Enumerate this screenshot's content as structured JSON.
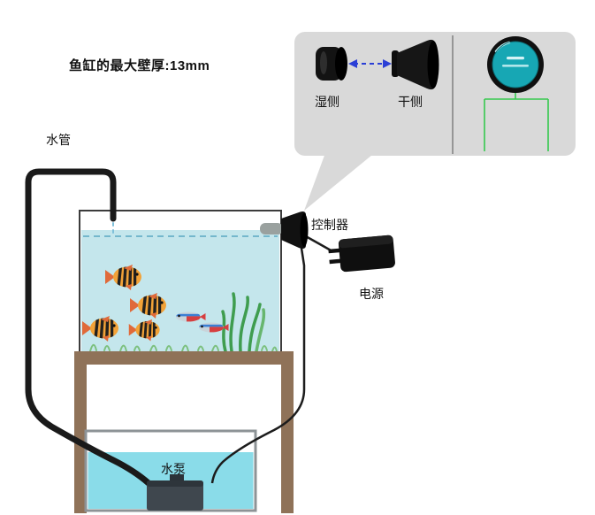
{
  "title": "鱼缸的最大壁厚:13mm",
  "callout": {
    "wet_side_label": "湿侧",
    "dry_side_label": "干侧"
  },
  "diagram_labels": {
    "water_pipe": "水管",
    "controller": "控制器",
    "power": "电源",
    "water_pump": "水泵"
  },
  "colors": {
    "bubble": "#d9d9d9",
    "divider": "#6b6b6b",
    "arrow_blue": "#2b3fd6",
    "display_teal": "#17a7b4",
    "wire_green": "#35c94e",
    "tank_water": "#c4e6ec",
    "water_line": "#5aa7c2",
    "bucket_water": "#8adce9",
    "stand_brown": "#8f7258",
    "pump_gray": "#3f474e",
    "pipe_black": "#1a1a1a",
    "wire_black": "#1c1c1c",
    "fish_orange": "#f2a238",
    "plant_green": "#3f9d4f",
    "grass_green": "#7cc07e"
  }
}
